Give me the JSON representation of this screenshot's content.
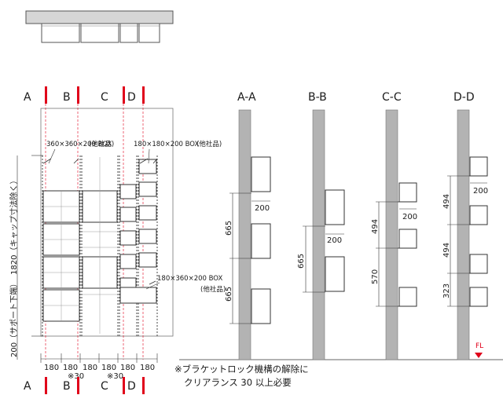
{
  "section_markers": {
    "top": [
      "A",
      "B",
      "C",
      "D"
    ],
    "bottom": [
      "A",
      "B",
      "C",
      "D"
    ]
  },
  "section_titles": [
    "A-A",
    "B-B",
    "C-C",
    "D-D"
  ],
  "elevation": {
    "box_labels": {
      "top_left": "360×360×200 BOX",
      "top_left_sub": "(他社品)",
      "top_right": "180×180×200 BOX",
      "top_right_sub": "(他社品)",
      "mid_right": "180×360×200 BOX",
      "mid_right_sub": "(他社品)"
    },
    "height_label": "1820（キャップ寸法除く）",
    "support_label": "200（サポート下端）",
    "bottom_dims": [
      "180",
      "180",
      "180",
      "180",
      "180",
      "180"
    ],
    "clearance_marks": [
      "※30",
      "※30"
    ]
  },
  "section_dims": {
    "aa": {
      "vertical": [
        "665",
        "665"
      ],
      "depth": "200"
    },
    "bb": {
      "vertical": [
        "665"
      ],
      "depth": "200"
    },
    "cc": {
      "vertical": [
        "494",
        "570"
      ],
      "depth": "200"
    },
    "dd": {
      "vertical": [
        "494",
        "494",
        "323"
      ],
      "depth": "200"
    }
  },
  "floor_label": "FL",
  "note": {
    "line1": "※ブラケットロック機構の解除に",
    "line2": "クリアランス 30 以上必要"
  },
  "colors": {
    "accent": "#e0001a",
    "wall": "#b3b3b3",
    "line": "#333333"
  }
}
